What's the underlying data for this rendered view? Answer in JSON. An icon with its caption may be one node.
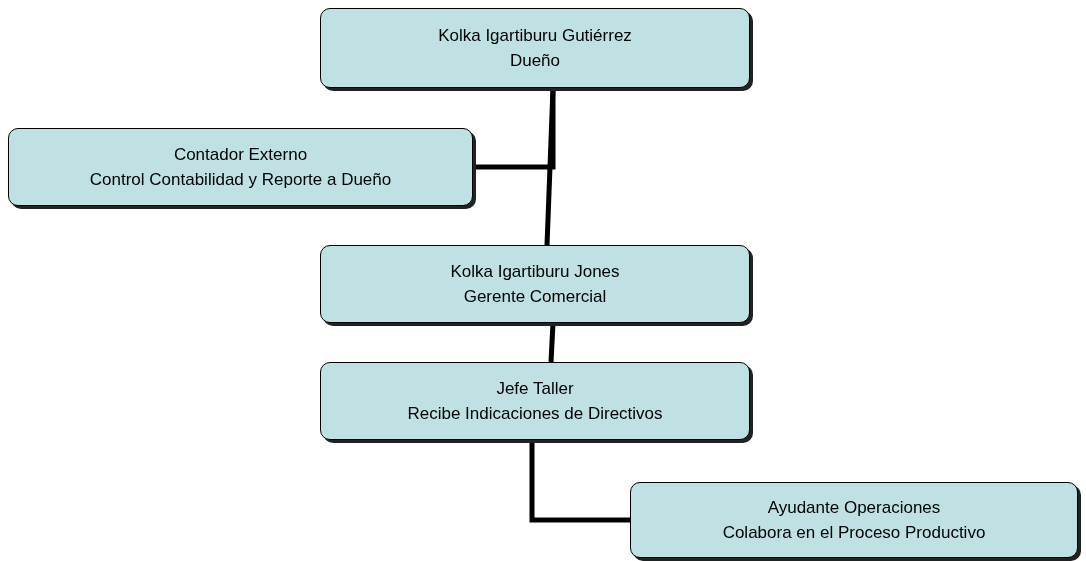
{
  "diagram": {
    "nodes": [
      {
        "text": [
          "Kolka Igartiburu Gutiérrez",
          "Dueño"
        ]
      },
      {
        "text": [
          "Contador Externo",
          "Control Contabilidad y Reporte a Dueño"
        ]
      },
      {
        "text": [
          "Kolka Igartiburu Jones",
          "Gerente Comercial"
        ]
      },
      {
        "text": [
          "Jefe Taller",
          "Recibe Indicaciones de Directivos"
        ]
      },
      {
        "text": [
          "Ayudante Operaciones",
          "Colabora en el Proceso Productivo"
        ]
      }
    ],
    "edges": [
      {
        "from": 0,
        "to": 2,
        "arrow": "none"
      },
      {
        "from": 0,
        "to": 1,
        "arrow": "none"
      },
      {
        "from": 2,
        "to": 3,
        "arrow": "none"
      },
      {
        "from": 3,
        "to": 4,
        "arrow": "none"
      }
    ]
  }
}
